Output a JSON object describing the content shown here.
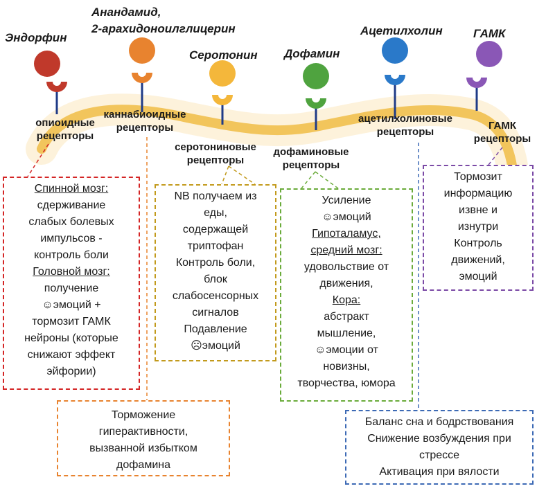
{
  "colors": {
    "membrane": "#f2c55c",
    "membrane_glow": "#fbe8bd",
    "stem": "#1f3b87",
    "endorphin": "#c0392b",
    "anandamide": "#e8832f",
    "serotonin": "#f4b73b",
    "dopamine": "#4fa33f",
    "acetylcholine": "#2a79c9",
    "gaba": "#8a57b6",
    "box_red": "#d42525",
    "box_orange": "#e8832f",
    "box_olive": "#c29a1c",
    "box_green": "#6aab3a",
    "box_blue": "#3d6ab5",
    "box_purple": "#7b4aa6"
  },
  "neurotransmitters": [
    {
      "id": "endorphin",
      "name": "Эндорфин"
    },
    {
      "id": "anandamide",
      "name_line1": "Анандамид,",
      "name_line2": "2-арахидоноилглицерин"
    },
    {
      "id": "serotonin",
      "name": "Серотонин"
    },
    {
      "id": "dopamine",
      "name": "Дофамин"
    },
    {
      "id": "acetylcholine",
      "name": "Ацетилхолин"
    },
    {
      "id": "gaba",
      "name": "ГАМК"
    }
  ],
  "receptors": [
    {
      "line1": "опиоидные",
      "line2": "рецепторы"
    },
    {
      "line1": "каннабиоидные",
      "line2": "рецепторы"
    },
    {
      "line1": "серотониновые",
      "line2": "рецепторы"
    },
    {
      "line1": "дофаминовые",
      "line2": "рецепторы"
    },
    {
      "line1": "ацетилхолиновые",
      "line2": "рецепторы"
    },
    {
      "line1": "ГАМК",
      "line2": "рецепторы"
    }
  ],
  "effects": {
    "opioid": [
      "Спинной мозг:",
      "сдерживание",
      "слабых болевых",
      "импульсов -",
      "контроль боли",
      "Головной мозг:",
      "получение",
      "☺эмоций +",
      "тормозит ГАМК",
      "нейроны (которые",
      "снижают эффект",
      "эйфории)"
    ],
    "cannabinoid": [
      "Торможение",
      "гиперактивности,",
      "вызванной избытком",
      "дофамина"
    ],
    "serotonin": [
      "NB получаем из",
      "еды,",
      "содержащей",
      "триптофан",
      "Контроль боли,",
      "блок",
      "слабосенсорных",
      "сигналов",
      "Подавление",
      "☹эмоций"
    ],
    "dopamine": [
      "Усиление",
      "☺эмоций",
      "Гипоталамус,",
      "средний мозг:",
      "удовольствие от",
      "движения,",
      "Кора:",
      "абстракт",
      "мышление,",
      "☺эмоции от",
      "новизны,",
      "творчества, юмора"
    ],
    "acetylcholine": [
      "Баланс сна и бодрствования",
      "Снижение возбуждения при",
      "стрессе",
      "Активация при вялости"
    ],
    "gaba": [
      "Тормозит",
      "информацию",
      "извне и",
      "изнутри",
      "Контроль",
      "движений,",
      "эмоций"
    ]
  }
}
